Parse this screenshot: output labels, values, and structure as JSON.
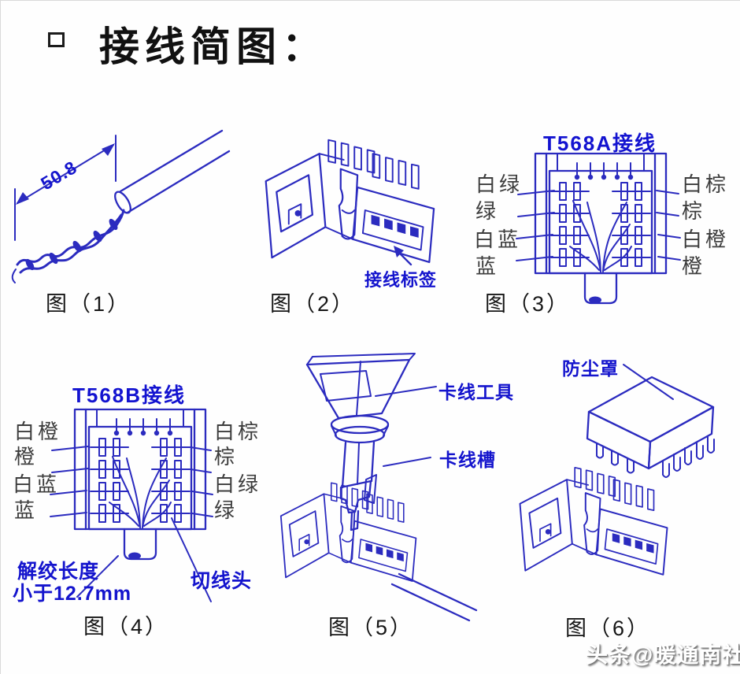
{
  "header": {
    "bullet_icon": "square-outline",
    "title": "接线简图："
  },
  "fig1": {
    "caption": "图（1）",
    "dimension_label": "50.8"
  },
  "fig2": {
    "caption": "图（2）",
    "callout": "接线标签"
  },
  "fig3": {
    "caption": "图（3）",
    "title": "T568A接线",
    "left_labels": [
      "白绿",
      "绿",
      "白蓝",
      "蓝"
    ],
    "right_labels": [
      "白棕",
      "棕",
      "白橙",
      "橙"
    ]
  },
  "fig4": {
    "caption": "图（4）",
    "title": "T568B接线",
    "left_labels": [
      "白橙",
      "橙",
      "白蓝",
      "蓝"
    ],
    "right_labels": [
      "白棕",
      "棕",
      "白绿",
      "绿"
    ],
    "annotation_line1": "解绞长度",
    "annotation_line2": "小于12.7mm",
    "annotation_cut": "切线头"
  },
  "fig5": {
    "caption": "图（5）",
    "callout_tool": "卡线工具",
    "callout_slot": "卡线槽"
  },
  "fig6": {
    "caption": "图（6）",
    "callout": "防尘罩"
  },
  "watermark": "头条@暖通南社",
  "colors": {
    "line_blue": "#2b2bbf",
    "callout_blue": "#1414cd",
    "text_dark": "#161616"
  }
}
